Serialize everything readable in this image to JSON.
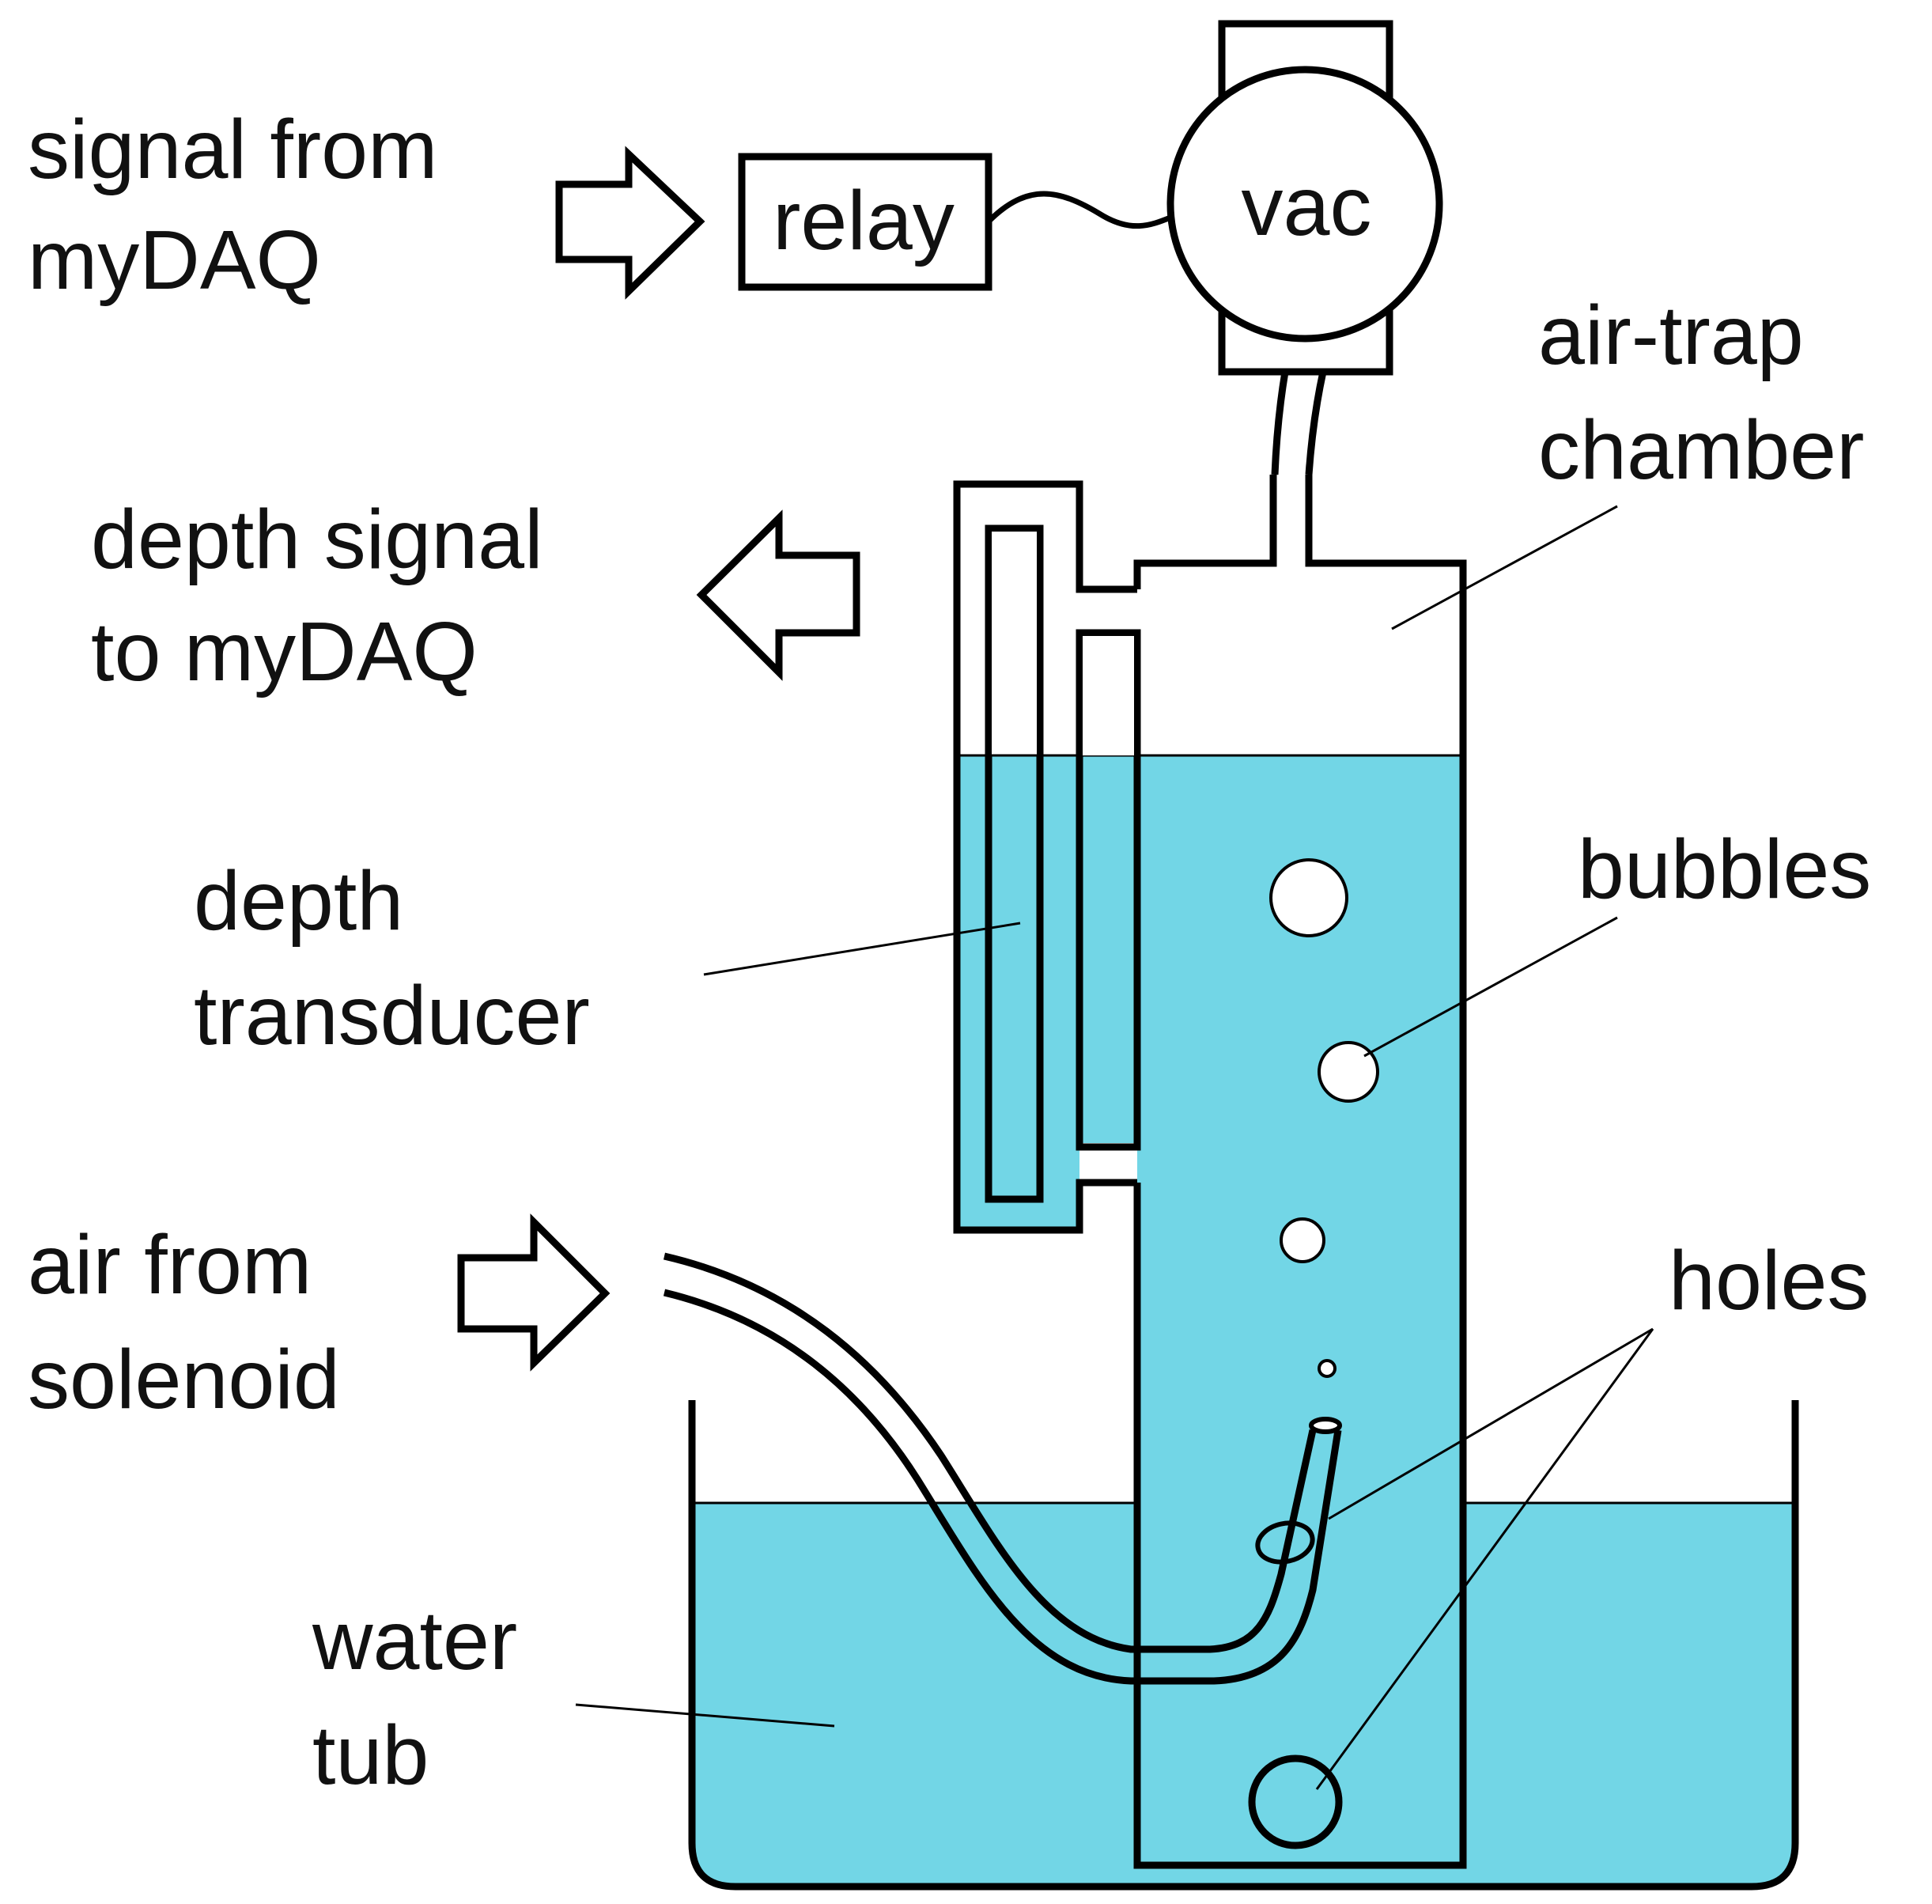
{
  "labels": {
    "signal_from_line1": "signal from",
    "signal_from_line2": "myDAQ",
    "relay": "relay",
    "vac": "vac",
    "air_trap_line1": "air-trap",
    "air_trap_line2": "chamber",
    "depth_signal_line1": "depth signal",
    "depth_signal_line2": "to myDAQ",
    "depth_transducer_line1": "depth",
    "depth_transducer_line2": "transducer",
    "bubbles": "bubbles",
    "air_from_line1": "air from",
    "air_from_line2": "solenoid",
    "holes": "holes",
    "water_tub_line1": "water",
    "water_tub_line2": "tub"
  },
  "colors": {
    "water": "#72d6e6",
    "stroke": "#000000",
    "background": "#ffffff"
  }
}
